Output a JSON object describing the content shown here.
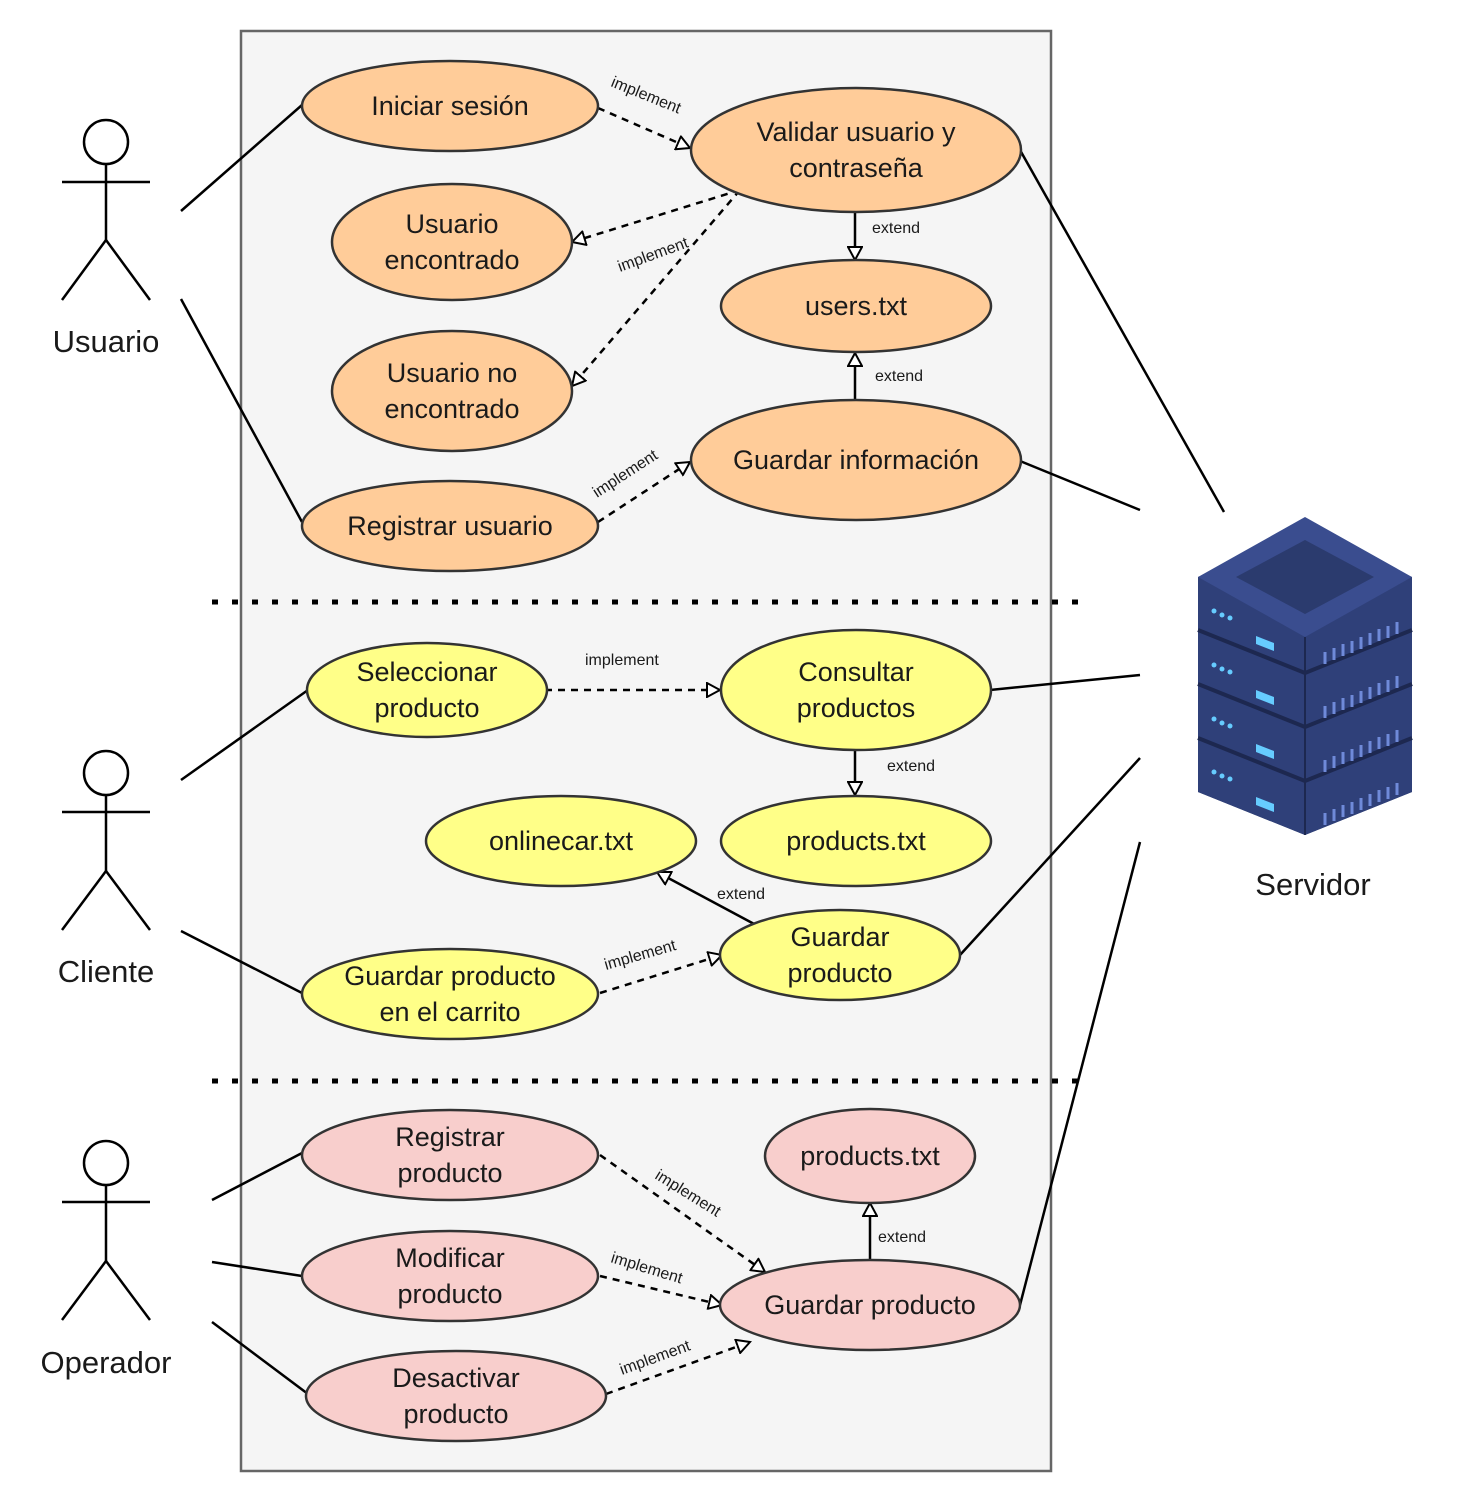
{
  "colors": {
    "orange": "#ffcc99",
    "yellow": "#ffff88",
    "pink": "#f8cecc",
    "system_bg": "#f5f5f5",
    "server_dark": "#2b3b6e",
    "server_light": "#4a63a8",
    "server_led": "#66ccff"
  },
  "actors": {
    "usuario": "Usuario",
    "cliente": "Cliente",
    "operador": "Operador",
    "servidor": "Servidor"
  },
  "usecases": {
    "iniciar_sesion": [
      "Iniciar sesión"
    ],
    "validar_usuario": [
      "Validar usuario y",
      "contraseña"
    ],
    "usuario_encontrado": [
      "Usuario",
      "encontrado"
    ],
    "usuario_no_encontrado": [
      "Usuario no",
      "encontrado"
    ],
    "users_txt": [
      "users.txt"
    ],
    "guardar_informacion": [
      "Guardar información"
    ],
    "registrar_usuario": [
      "Registrar usuario"
    ],
    "seleccionar_producto": [
      "Seleccionar",
      "producto"
    ],
    "consultar_productos": [
      "Consultar",
      "productos"
    ],
    "onlinecar_txt": [
      "onlinecar.txt"
    ],
    "products_txt_cliente": [
      "products.txt"
    ],
    "guardar_producto_cliente": [
      "Guardar",
      "producto"
    ],
    "guardar_carrito": [
      "Guardar producto",
      "en el carrito"
    ],
    "registrar_producto": [
      "Registrar",
      "producto"
    ],
    "products_txt_operador": [
      "products.txt"
    ],
    "modificar_producto": [
      "Modificar",
      "producto"
    ],
    "guardar_producto_operador": [
      "Guardar producto"
    ],
    "desactivar_producto": [
      "Desactivar",
      "producto"
    ]
  },
  "relations": {
    "implement": "implement",
    "extend": "extend"
  }
}
